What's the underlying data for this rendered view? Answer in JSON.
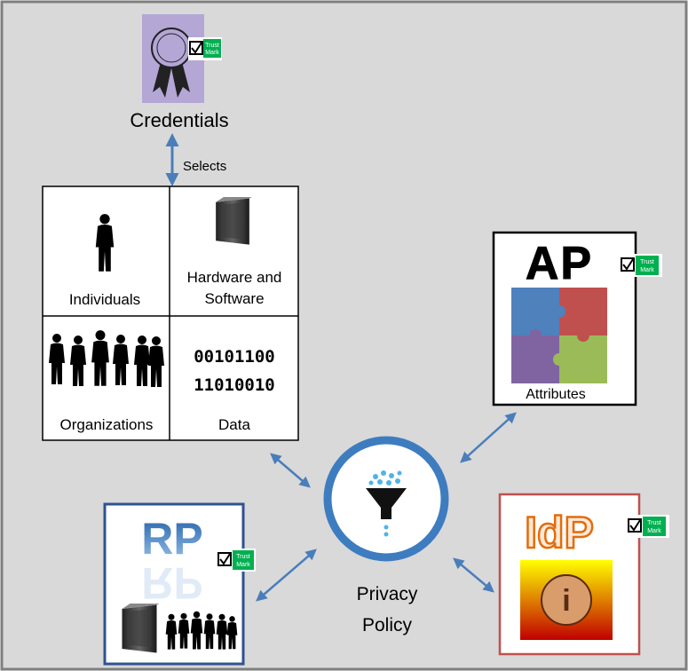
{
  "credentials": {
    "label": "Credentials",
    "trustmark": "Trust Mark",
    "icon": "ribbon-award-icon"
  },
  "selects_label": "Selects",
  "entities": {
    "individuals": "Individuals",
    "hardware_line1": "Hardware and",
    "hardware_line2": "Software",
    "organizations": "Organizations",
    "data_line1": "00101100",
    "data_line2": "11010010",
    "data_label": "Data"
  },
  "ap": {
    "title": "AP",
    "label": "Attributes",
    "trustmark": "Trust Mark"
  },
  "rp": {
    "title": "RP",
    "trustmark": "Trust Mark"
  },
  "idp": {
    "title": "IdP",
    "info_glyph": "i",
    "trustmark": "Trust Mark"
  },
  "privacy": {
    "line1": "Privacy",
    "line2": "Policy",
    "icon": "funnel-filter-icon"
  },
  "colors": {
    "background": "#d9d9d9",
    "border": "#7f7f7f",
    "arrow": "#4a7ebb",
    "ring": "#3e7cc0",
    "rp_border": "#2f528f",
    "idp_border": "#c0504d",
    "trustmark_green": "#00b050",
    "puzzle": [
      "#4f81bd",
      "#c0504d",
      "#8064a2",
      "#9bbb59"
    ]
  }
}
